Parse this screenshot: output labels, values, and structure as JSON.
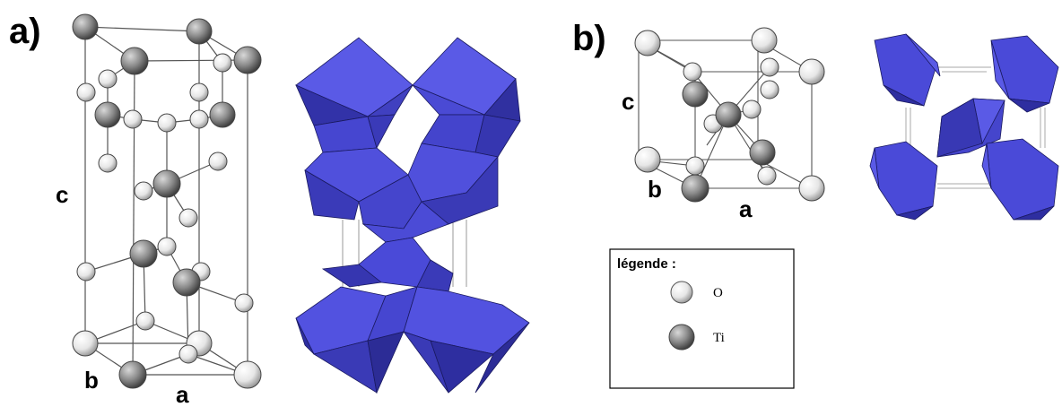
{
  "panels": {
    "a": {
      "label": "a)",
      "axes": {
        "c": "c",
        "b": "b",
        "a": "a"
      }
    },
    "b": {
      "label": "b)",
      "axes": {
        "c": "c",
        "b": "b",
        "a": "a"
      }
    }
  },
  "legend": {
    "title": "légende :",
    "items": [
      {
        "symbol": "light-sphere",
        "label": "O"
      },
      {
        "symbol": "dark-sphere",
        "label": "Ti"
      }
    ]
  },
  "colors": {
    "octahedron_face": "#4a4ad8",
    "octahedron_dark": "#3434b0",
    "octahedron_light": "#6b6bf0",
    "oxygen": "#ececec",
    "titanium": "#8c8c8c",
    "cell_line": "#555555"
  }
}
